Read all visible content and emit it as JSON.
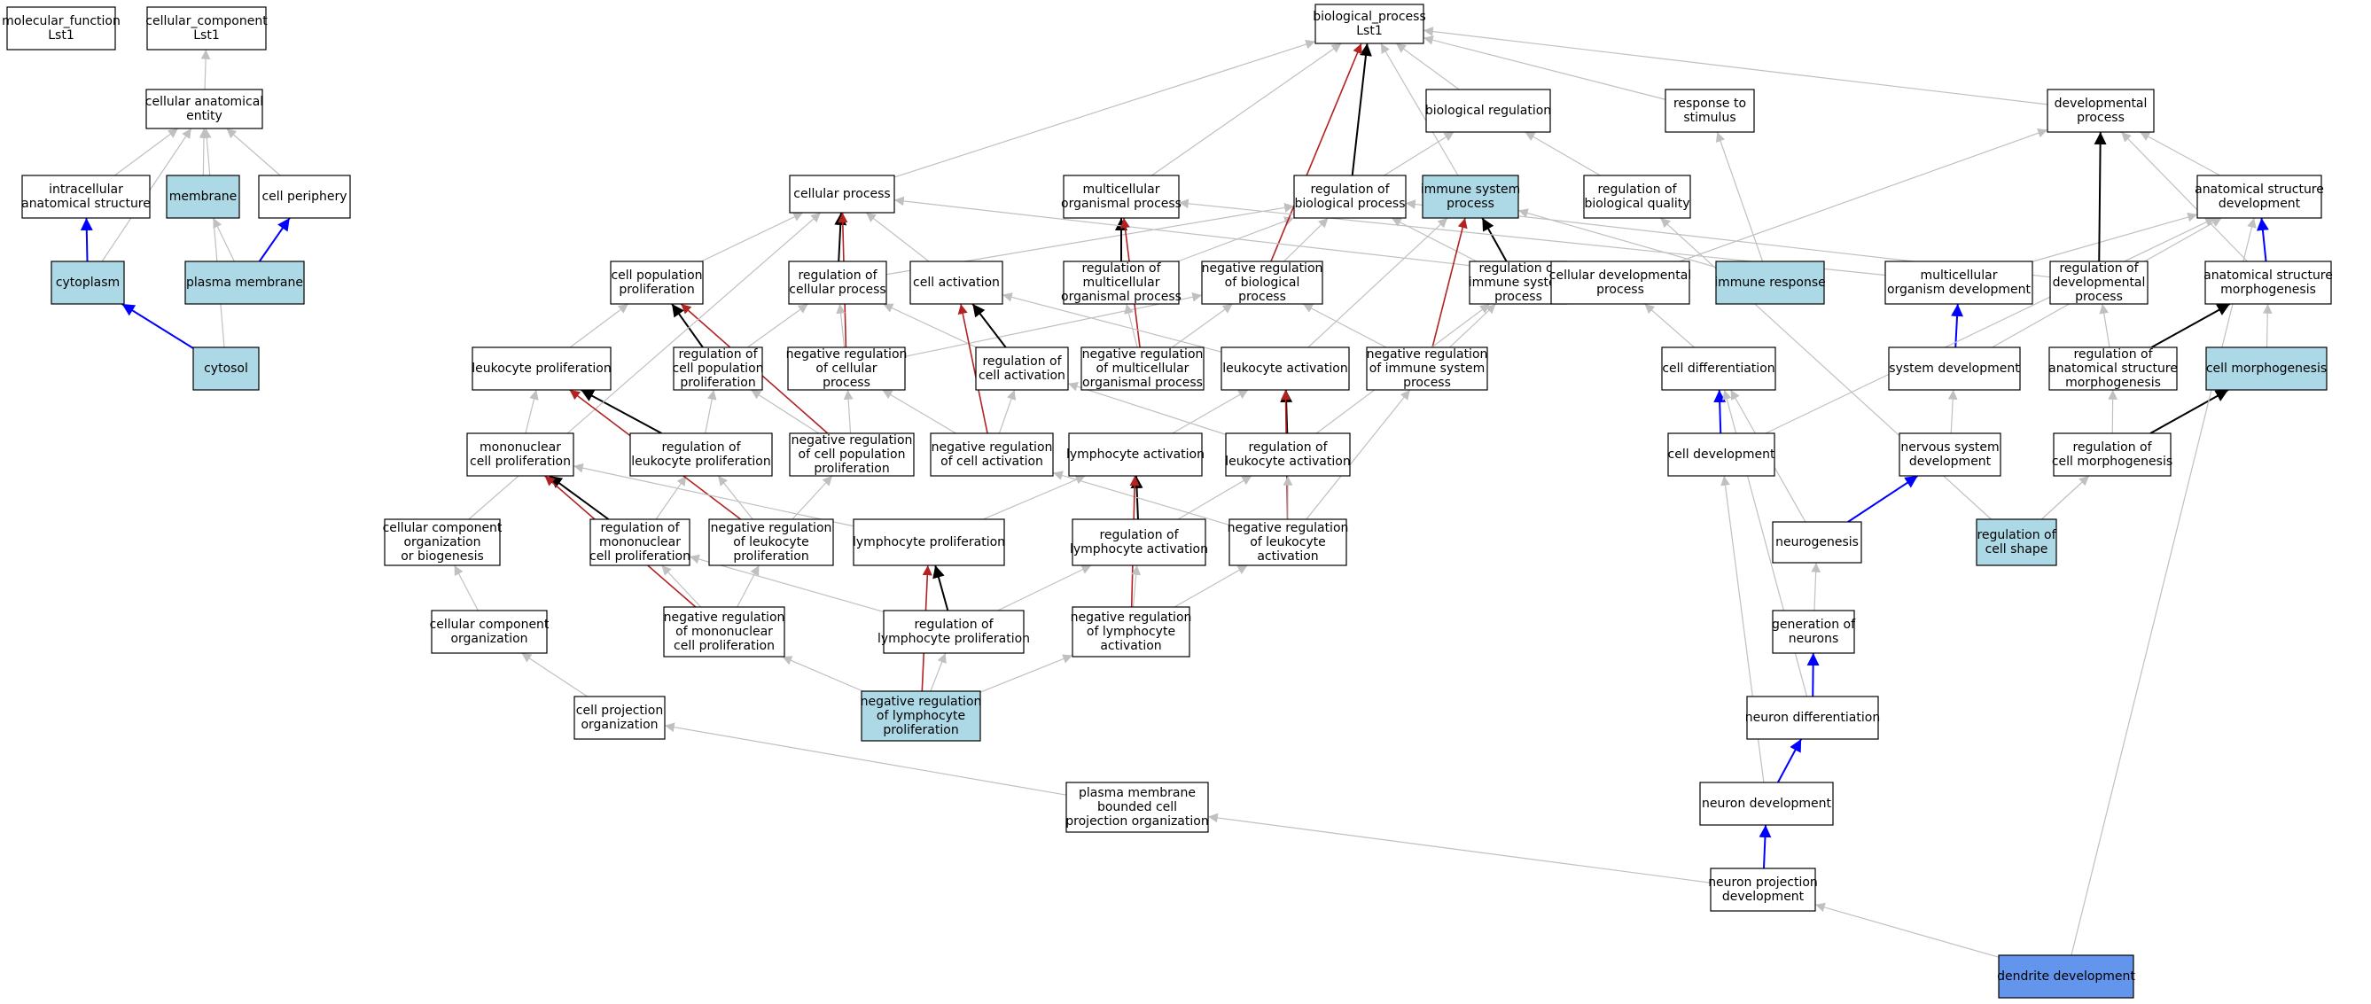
{
  "colors": {
    "plain_node": "#ffffff",
    "term_node": "#add8e6",
    "focus_node": "#6495ed",
    "is_a_edge": "#c0c0c0",
    "part_of_edge": "#0000ff",
    "regulates_edge": "#000000",
    "negatively_regulates_edge": "#b22222"
  },
  "nodes": [
    {
      "id": "mf",
      "lines": [
        "molecular_function",
        "Lst1"
      ],
      "style": "plain"
    },
    {
      "id": "cc",
      "lines": [
        "cellular_component",
        "Lst1"
      ],
      "style": "plain"
    },
    {
      "id": "bp",
      "lines": [
        "biological_process",
        "Lst1"
      ],
      "style": "plain"
    },
    {
      "id": "cae",
      "lines": [
        "cellular anatomical",
        "entity"
      ],
      "style": "plain"
    },
    {
      "id": "ias",
      "lines": [
        "intracellular",
        "anatomical structure"
      ],
      "style": "plain"
    },
    {
      "id": "membrane",
      "lines": [
        "membrane"
      ],
      "style": "term"
    },
    {
      "id": "cellper",
      "lines": [
        "cell periphery"
      ],
      "style": "plain"
    },
    {
      "id": "cytoplasm",
      "lines": [
        "cytoplasm"
      ],
      "style": "term"
    },
    {
      "id": "pm",
      "lines": [
        "plasma membrane"
      ],
      "style": "term"
    },
    {
      "id": "cytosol",
      "lines": [
        "cytosol"
      ],
      "style": "term"
    },
    {
      "id": "cellproc",
      "lines": [
        "cellular process"
      ],
      "style": "plain"
    },
    {
      "id": "multiorg",
      "lines": [
        "multicellular",
        "organismal process"
      ],
      "style": "plain"
    },
    {
      "id": "bioreg",
      "lines": [
        "biological regulation"
      ],
      "style": "plain"
    },
    {
      "id": "resp",
      "lines": [
        "response to",
        "stimulus"
      ],
      "style": "plain"
    },
    {
      "id": "devproc",
      "lines": [
        "developmental",
        "process"
      ],
      "style": "plain"
    },
    {
      "id": "regbp",
      "lines": [
        "regulation of",
        "biological process"
      ],
      "style": "plain"
    },
    {
      "id": "immsys",
      "lines": [
        "immune system",
        "process"
      ],
      "style": "term"
    },
    {
      "id": "regbq",
      "lines": [
        "regulation of",
        "biological quality"
      ],
      "style": "plain"
    },
    {
      "id": "asd",
      "lines": [
        "anatomical structure",
        "development"
      ],
      "style": "plain"
    },
    {
      "id": "cellpop",
      "lines": [
        "cell population",
        "proliferation"
      ],
      "style": "plain"
    },
    {
      "id": "regcp",
      "lines": [
        "regulation of",
        "cellular process"
      ],
      "style": "plain"
    },
    {
      "id": "cellact",
      "lines": [
        "cell activation"
      ],
      "style": "plain"
    },
    {
      "id": "regmop",
      "lines": [
        "regulation of",
        "multicellular",
        "organismal process"
      ],
      "style": "plain"
    },
    {
      "id": "negregbp",
      "lines": [
        "negative regulation",
        "of biological",
        "process"
      ],
      "style": "plain"
    },
    {
      "id": "regisp",
      "lines": [
        "regulation of",
        "immune system",
        "process"
      ],
      "style": "plain"
    },
    {
      "id": "celldevproc",
      "lines": [
        "cellular developmental",
        "process"
      ],
      "style": "plain"
    },
    {
      "id": "immresp",
      "lines": [
        "immune response"
      ],
      "style": "term"
    },
    {
      "id": "mod",
      "lines": [
        "multicellular",
        "organism development"
      ],
      "style": "plain"
    },
    {
      "id": "regdevproc",
      "lines": [
        "regulation of",
        "developmental",
        "process"
      ],
      "style": "plain"
    },
    {
      "id": "asm",
      "lines": [
        "anatomical structure",
        "morphogenesis"
      ],
      "style": "plain"
    },
    {
      "id": "leukprolif",
      "lines": [
        "leukocyte proliferation"
      ],
      "style": "plain"
    },
    {
      "id": "regcpp",
      "lines": [
        "regulation of",
        "cell population",
        "proliferation"
      ],
      "style": "plain"
    },
    {
      "id": "negregcp",
      "lines": [
        "negative regulation",
        "of cellular",
        "process"
      ],
      "style": "plain"
    },
    {
      "id": "regca",
      "lines": [
        "regulation of",
        "cell activation"
      ],
      "style": "plain"
    },
    {
      "id": "negregmop",
      "lines": [
        "negative regulation",
        "of multicellular",
        "organismal process"
      ],
      "style": "plain"
    },
    {
      "id": "leukact",
      "lines": [
        "leukocyte activation"
      ],
      "style": "plain"
    },
    {
      "id": "negregisp",
      "lines": [
        "negative regulation",
        "of immune system",
        "process"
      ],
      "style": "plain"
    },
    {
      "id": "celldiff",
      "lines": [
        "cell differentiation"
      ],
      "style": "plain"
    },
    {
      "id": "sysdev",
      "lines": [
        "system development"
      ],
      "style": "plain"
    },
    {
      "id": "regasm",
      "lines": [
        "regulation of",
        "anatomical structure",
        "morphogenesis"
      ],
      "style": "plain"
    },
    {
      "id": "cellmorph",
      "lines": [
        "cell morphogenesis"
      ],
      "style": "term"
    },
    {
      "id": "mnprolif",
      "lines": [
        "mononuclear",
        "cell proliferation"
      ],
      "style": "plain"
    },
    {
      "id": "reglp",
      "lines": [
        "regulation of",
        "leukocyte proliferation"
      ],
      "style": "plain"
    },
    {
      "id": "negregcpp",
      "lines": [
        "negative regulation",
        "of cell population",
        "proliferation"
      ],
      "style": "plain"
    },
    {
      "id": "negregca",
      "lines": [
        "negative regulation",
        "of cell activation"
      ],
      "style": "plain"
    },
    {
      "id": "lymphact",
      "lines": [
        "lymphocyte activation"
      ],
      "style": "plain"
    },
    {
      "id": "regla",
      "lines": [
        "regulation of",
        "leukocyte activation"
      ],
      "style": "plain"
    },
    {
      "id": "celldev",
      "lines": [
        "cell development"
      ],
      "style": "plain"
    },
    {
      "id": "nsd",
      "lines": [
        "nervous system",
        "development"
      ],
      "style": "plain"
    },
    {
      "id": "regcm",
      "lines": [
        "regulation of",
        "cell morphogenesis"
      ],
      "style": "plain"
    },
    {
      "id": "ccob",
      "lines": [
        "cellular component",
        "organization",
        "or biogenesis"
      ],
      "style": "plain"
    },
    {
      "id": "regmcp",
      "lines": [
        "regulation of",
        "mononuclear",
        "cell proliferation"
      ],
      "style": "plain"
    },
    {
      "id": "negreglp",
      "lines": [
        "negative regulation",
        "of leukocyte",
        "proliferation"
      ],
      "style": "plain"
    },
    {
      "id": "lymphprolif",
      "lines": [
        "lymphocyte proliferation"
      ],
      "style": "plain"
    },
    {
      "id": "reglyact",
      "lines": [
        "regulation of",
        "lymphocyte activation"
      ],
      "style": "plain"
    },
    {
      "id": "negregla",
      "lines": [
        "negative regulation",
        "of leukocyte",
        "activation"
      ],
      "style": "plain"
    },
    {
      "id": "neurogen",
      "lines": [
        "neurogenesis"
      ],
      "style": "plain"
    },
    {
      "id": "regcs",
      "lines": [
        "regulation of",
        "cell shape"
      ],
      "style": "term"
    },
    {
      "id": "cco",
      "lines": [
        "cellular component",
        "organization"
      ],
      "style": "plain"
    },
    {
      "id": "negregmcp",
      "lines": [
        "negative regulation",
        "of mononuclear",
        "cell proliferation"
      ],
      "style": "plain"
    },
    {
      "id": "reglyp",
      "lines": [
        "regulation of",
        "lymphocyte proliferation"
      ],
      "style": "plain"
    },
    {
      "id": "negreglya",
      "lines": [
        "negative regulation",
        "of lymphocyte",
        "activation"
      ],
      "style": "plain"
    },
    {
      "id": "genneur",
      "lines": [
        "generation of",
        "neurons"
      ],
      "style": "plain"
    },
    {
      "id": "negreglyp",
      "lines": [
        "negative regulation",
        "of lymphocyte",
        "proliferation"
      ],
      "style": "term"
    },
    {
      "id": "cpo",
      "lines": [
        "cell projection",
        "organization"
      ],
      "style": "plain"
    },
    {
      "id": "neurdiff",
      "lines": [
        "neuron differentiation"
      ],
      "style": "plain"
    },
    {
      "id": "pmbcpo",
      "lines": [
        "plasma membrane",
        "bounded cell",
        "projection organization"
      ],
      "style": "plain"
    },
    {
      "id": "neurdev",
      "lines": [
        "neuron development"
      ],
      "style": "plain"
    },
    {
      "id": "npd",
      "lines": [
        "neuron projection",
        "development"
      ],
      "style": "plain"
    },
    {
      "id": "dendev",
      "lines": [
        "dendrite development"
      ],
      "style": "focus"
    }
  ],
  "edges": [
    [
      "cae",
      "cc",
      "is_a"
    ],
    [
      "ias",
      "cae",
      "is_a"
    ],
    [
      "membrane",
      "cae",
      "is_a"
    ],
    [
      "cellper",
      "cae",
      "is_a"
    ],
    [
      "cytoplasm",
      "ias",
      "part_of"
    ],
    [
      "pm",
      "membrane",
      "is_a"
    ],
    [
      "pm",
      "cellper",
      "part_of"
    ],
    [
      "cytosol",
      "cytoplasm",
      "part_of"
    ],
    [
      "cytoplasm",
      "cae",
      "is_a"
    ],
    [
      "cytosol",
      "cae",
      "is_a"
    ],
    [
      "cellproc",
      "bp",
      "is_a"
    ],
    [
      "multiorg",
      "bp",
      "is_a"
    ],
    [
      "bioreg",
      "bp",
      "is_a"
    ],
    [
      "resp",
      "bp",
      "is_a"
    ],
    [
      "devproc",
      "bp",
      "is_a"
    ],
    [
      "regbp",
      "bp",
      "regulates"
    ],
    [
      "regbp",
      "bioreg",
      "is_a"
    ],
    [
      "immsys",
      "bp",
      "is_a"
    ],
    [
      "regbq",
      "bioreg",
      "is_a"
    ],
    [
      "asd",
      "devproc",
      "is_a"
    ],
    [
      "cellpop",
      "cellproc",
      "is_a"
    ],
    [
      "regcp",
      "cellproc",
      "regulates"
    ],
    [
      "regcp",
      "regbp",
      "is_a"
    ],
    [
      "cellact",
      "cellproc",
      "is_a"
    ],
    [
      "regmop",
      "multiorg",
      "regulates"
    ],
    [
      "regmop",
      "regbp",
      "is_a"
    ],
    [
      "negregbp",
      "bp",
      "negatively_regulates"
    ],
    [
      "negregbp",
      "regbp",
      "is_a"
    ],
    [
      "regisp",
      "immsys",
      "regulates"
    ],
    [
      "regisp",
      "regbp",
      "is_a"
    ],
    [
      "celldevproc",
      "cellproc",
      "is_a"
    ],
    [
      "celldevproc",
      "devproc",
      "is_a"
    ],
    [
      "immresp",
      "immsys",
      "is_a"
    ],
    [
      "immresp",
      "resp",
      "is_a"
    ],
    [
      "mod",
      "multiorg",
      "is_a"
    ],
    [
      "mod",
      "asd",
      "is_a"
    ],
    [
      "regdevproc",
      "devproc",
      "regulates"
    ],
    [
      "regdevproc",
      "regbp",
      "is_a"
    ],
    [
      "asm",
      "asd",
      "part_of"
    ],
    [
      "asm",
      "devproc",
      "is_a"
    ],
    [
      "leukprolif",
      "cellpop",
      "is_a"
    ],
    [
      "regcpp",
      "cellpop",
      "regulates"
    ],
    [
      "regcpp",
      "regcp",
      "is_a"
    ],
    [
      "negregcp",
      "cellproc",
      "negatively_regulates"
    ],
    [
      "negregcp",
      "regcp",
      "is_a"
    ],
    [
      "negregcp",
      "negregbp",
      "is_a"
    ],
    [
      "regca",
      "cellact",
      "regulates"
    ],
    [
      "regca",
      "regcp",
      "is_a"
    ],
    [
      "negregmop",
      "multiorg",
      "negatively_regulates"
    ],
    [
      "negregmop",
      "regmop",
      "is_a"
    ],
    [
      "negregmop",
      "negregbp",
      "is_a"
    ],
    [
      "leukact",
      "cellact",
      "is_a"
    ],
    [
      "leukact",
      "immsys",
      "is_a"
    ],
    [
      "negregisp",
      "immsys",
      "negatively_regulates"
    ],
    [
      "negregisp",
      "regisp",
      "is_a"
    ],
    [
      "negregisp",
      "negregbp",
      "is_a"
    ],
    [
      "celldiff",
      "celldevproc",
      "is_a"
    ],
    [
      "sysdev",
      "mod",
      "part_of"
    ],
    [
      "sysdev",
      "asd",
      "is_a"
    ],
    [
      "regasm",
      "asm",
      "regulates"
    ],
    [
      "regasm",
      "regdevproc",
      "is_a"
    ],
    [
      "cellmorph",
      "asm",
      "is_a"
    ],
    [
      "mnprolif",
      "leukprolif",
      "is_a"
    ],
    [
      "reglp",
      "leukprolif",
      "regulates"
    ],
    [
      "reglp",
      "regcpp",
      "is_a"
    ],
    [
      "negregcpp",
      "cellpop",
      "negatively_regulates"
    ],
    [
      "negregcpp",
      "regcpp",
      "is_a"
    ],
    [
      "negregcpp",
      "negregcp",
      "is_a"
    ],
    [
      "negregca",
      "cellact",
      "negatively_regulates"
    ],
    [
      "negregca",
      "regca",
      "is_a"
    ],
    [
      "negregca",
      "negregcp",
      "is_a"
    ],
    [
      "lymphact",
      "leukact",
      "is_a"
    ],
    [
      "regla",
      "leukact",
      "regulates"
    ],
    [
      "regla",
      "regca",
      "is_a"
    ],
    [
      "regla",
      "regisp",
      "is_a"
    ],
    [
      "celldev",
      "celldiff",
      "part_of"
    ],
    [
      "celldev",
      "asd",
      "is_a"
    ],
    [
      "nsd",
      "sysdev",
      "is_a"
    ],
    [
      "regcm",
      "cellmorph",
      "regulates"
    ],
    [
      "regcm",
      "regasm",
      "is_a"
    ],
    [
      "ccob",
      "cellproc",
      "is_a"
    ],
    [
      "regmcp",
      "mnprolif",
      "regulates"
    ],
    [
      "regmcp",
      "reglp",
      "is_a"
    ],
    [
      "negreglp",
      "leukprolif",
      "negatively_regulates"
    ],
    [
      "negreglp",
      "reglp",
      "is_a"
    ],
    [
      "negreglp",
      "negregcpp",
      "is_a"
    ],
    [
      "lymphprolif",
      "mnprolif",
      "is_a"
    ],
    [
      "lymphprolif",
      "lymphact",
      "is_a"
    ],
    [
      "reglyact",
      "lymphact",
      "regulates"
    ],
    [
      "reglyact",
      "regla",
      "is_a"
    ],
    [
      "negregla",
      "leukact",
      "negatively_regulates"
    ],
    [
      "negregla",
      "regla",
      "is_a"
    ],
    [
      "negregla",
      "negregca",
      "is_a"
    ],
    [
      "negregla",
      "negregisp",
      "is_a"
    ],
    [
      "neurogen",
      "celldiff",
      "is_a"
    ],
    [
      "neurogen",
      "nsd",
      "part_of"
    ],
    [
      "regcs",
      "regcm",
      "is_a"
    ],
    [
      "regcs",
      "regbq",
      "is_a"
    ],
    [
      "cco",
      "ccob",
      "is_a"
    ],
    [
      "negregmcp",
      "mnprolif",
      "negatively_regulates"
    ],
    [
      "negregmcp",
      "regmcp",
      "is_a"
    ],
    [
      "negregmcp",
      "negreglp",
      "is_a"
    ],
    [
      "reglyp",
      "lymphprolif",
      "regulates"
    ],
    [
      "reglyp",
      "regmcp",
      "is_a"
    ],
    [
      "reglyp",
      "reglyact",
      "is_a"
    ],
    [
      "negreglya",
      "lymphact",
      "negatively_regulates"
    ],
    [
      "negreglya",
      "reglyact",
      "is_a"
    ],
    [
      "negreglya",
      "negregla",
      "is_a"
    ],
    [
      "genneur",
      "neurogen",
      "is_a"
    ],
    [
      "negreglyp",
      "lymphprolif",
      "negatively_regulates"
    ],
    [
      "negreglyp",
      "reglyp",
      "is_a"
    ],
    [
      "negreglyp",
      "negregmcp",
      "is_a"
    ],
    [
      "negreglyp",
      "negreglya",
      "is_a"
    ],
    [
      "cpo",
      "cco",
      "is_a"
    ],
    [
      "neurdiff",
      "genneur",
      "part_of"
    ],
    [
      "neurdiff",
      "celldiff",
      "is_a"
    ],
    [
      "pmbcpo",
      "cpo",
      "is_a"
    ],
    [
      "neurdev",
      "neurdiff",
      "part_of"
    ],
    [
      "neurdev",
      "celldev",
      "is_a"
    ],
    [
      "npd",
      "neurdev",
      "part_of"
    ],
    [
      "npd",
      "pmbcpo",
      "is_a"
    ],
    [
      "dendev",
      "npd",
      "is_a"
    ],
    [
      "dendev",
      "asd",
      "is_a"
    ]
  ]
}
